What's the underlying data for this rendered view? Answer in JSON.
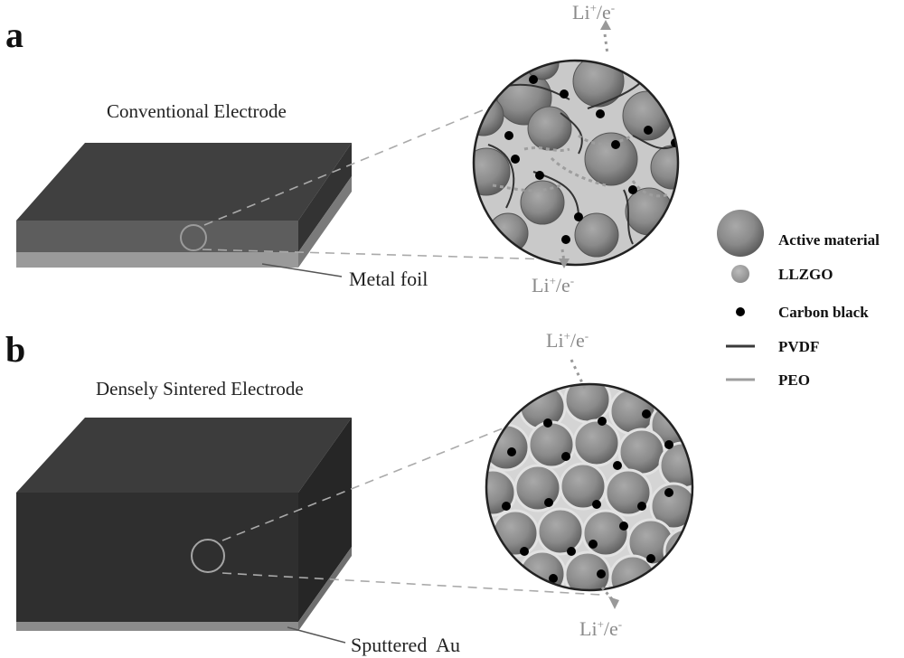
{
  "panels": {
    "a": {
      "label": "a",
      "title": "Conventional Electrode",
      "callout": "Metal foil",
      "flow_top": {
        "base": "Li",
        "sup1": "+",
        "mid": "/e",
        "sup2": "-"
      },
      "flow_bottom": {
        "base": "Li",
        "sup1": "+",
        "mid": "/e",
        "sup2": "-"
      }
    },
    "b": {
      "label": "b",
      "title": "Densely Sintered Electrode",
      "callout": "Sputtered  Au",
      "flow_top": {
        "base": "Li",
        "sup1": "+",
        "mid": "/e",
        "sup2": "-"
      },
      "flow_bottom": {
        "base": "Li",
        "sup1": "+",
        "mid": "/e",
        "sup2": "-"
      }
    }
  },
  "legend": [
    {
      "icon": "active-material-icon",
      "label": "Active material"
    },
    {
      "icon": "llzgo-icon",
      "label": "LLZGO"
    },
    {
      "icon": "carbon-black-icon",
      "label": "Carbon black"
    },
    {
      "icon": "pvdf-line-icon",
      "label": "PVDF"
    },
    {
      "icon": "peo-line-icon",
      "label": "PEO"
    }
  ],
  "colors": {
    "electrode_top": "#3e3e3e",
    "electrode_front": "#2e2e2e",
    "electrode_side": "#262626",
    "foil": "#8c8c8c",
    "active_material": "#8a8a8a",
    "llzgo": "#9a9a9a",
    "carbon_black": "#000000",
    "pvdf": "#3a3a3a",
    "peo": "#9e9e9e",
    "flow_arrow": "#999999"
  }
}
